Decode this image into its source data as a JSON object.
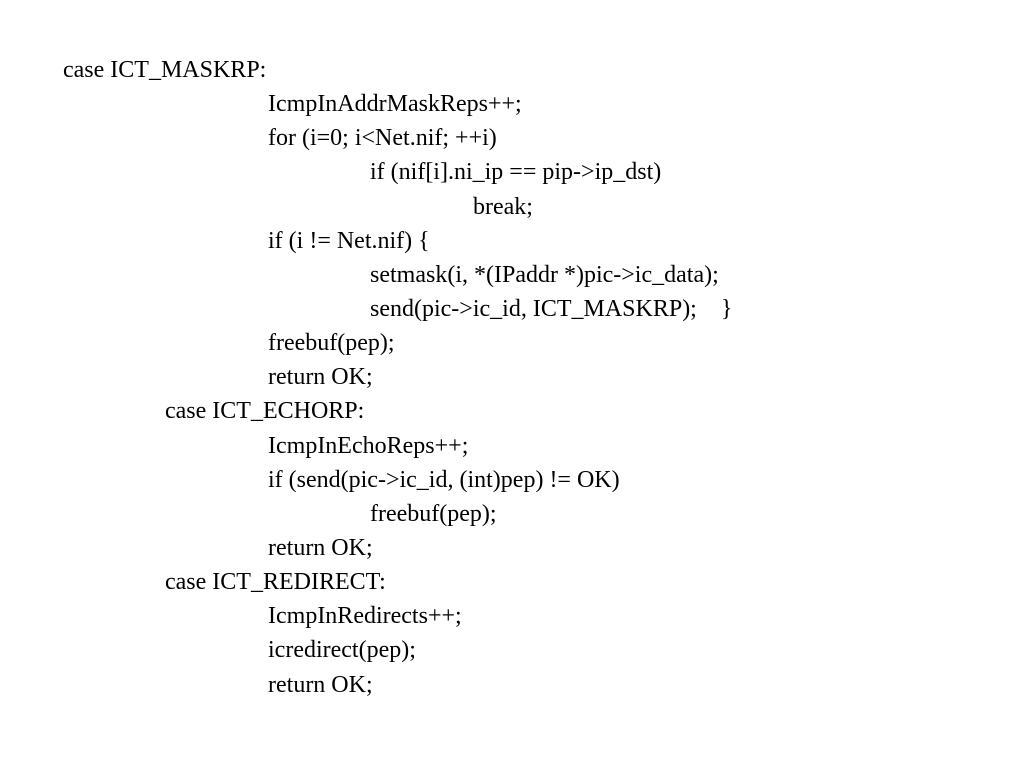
{
  "code_lines": [
    {
      "text": "case ICT_MASKRP:",
      "indent": 0
    },
    {
      "text": "IcmpInAddrMaskReps++;",
      "indent": 2
    },
    {
      "text": "for (i=0; i<Net.nif; ++i)",
      "indent": 2
    },
    {
      "text": "if (nif[i].ni_ip == pip->ip_dst)",
      "indent": 3
    },
    {
      "text": "break;",
      "indent": 4
    },
    {
      "text": "if (i != Net.nif) {",
      "indent": 2
    },
    {
      "text": "setmask(i, *(IPaddr *)pic->ic_data);",
      "indent": 3
    },
    {
      "text": "send(pic->ic_id, ICT_MASKRP);    }",
      "indent": 3
    },
    {
      "text": "freebuf(pep);",
      "indent": 2
    },
    {
      "text": "return OK;",
      "indent": 2
    },
    {
      "text": "case ICT_ECHORP:",
      "indent": 1
    },
    {
      "text": "IcmpInEchoReps++;",
      "indent": 2
    },
    {
      "text": "if (send(pic->ic_id, (int)pep) != OK)",
      "indent": 2
    },
    {
      "text": "freebuf(pep);",
      "indent": 3
    },
    {
      "text": "return OK;",
      "indent": 2
    },
    {
      "text": "case ICT_REDIRECT:",
      "indent": 1
    },
    {
      "text": "IcmpInRedirects++;",
      "indent": 2
    },
    {
      "text": "icredirect(pep);",
      "indent": 2
    },
    {
      "text": "return OK;",
      "indent": 2
    }
  ]
}
